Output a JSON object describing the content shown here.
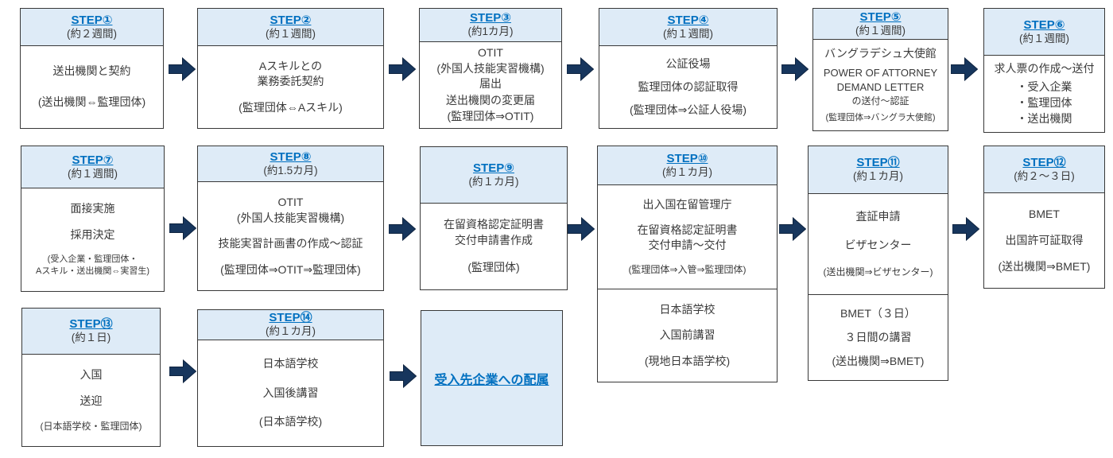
{
  "colors": {
    "accent_blue": "#0070C0",
    "header_bg": "#DEEBF7",
    "arrow_navy": "#17365D",
    "border": "#383838"
  },
  "steps": [
    {
      "title": "STEP①",
      "duration": "(約２週間)",
      "sections": [
        {
          "groups": [
            [
              "送出機関と契約"
            ],
            [
              "(送出機関⇔監理団体)"
            ]
          ]
        }
      ]
    },
    {
      "title": "STEP②",
      "duration": "(約１週間)",
      "sections": [
        {
          "groups": [
            [
              "Aスキルとの",
              "業務委託契約"
            ],
            [
              "(監理団体⇔Aスキル)"
            ]
          ]
        }
      ]
    },
    {
      "title": "STEP③",
      "duration": "(約1カ月)",
      "sections": [
        {
          "groups": [
            [
              "OTIT",
              "(外国人技能実習機構)",
              "届出"
            ],
            [
              "送出機関の変更届"
            ],
            [
              "(監理団体⇒OTIT)"
            ]
          ]
        }
      ]
    },
    {
      "title": "STEP④",
      "duration": "(約１週間)",
      "sections": [
        {
          "groups": [
            [
              "公証役場"
            ],
            [
              "監理団体の認証取得"
            ],
            [
              "(監理団体⇒公証人役場)"
            ]
          ]
        }
      ]
    },
    {
      "title": "STEP⑤",
      "duration": "(約１週間)",
      "sections": [
        {
          "groups": [
            [
              "バングラデシュ大使館"
            ],
            [
              "POWER OF ATTORNEY",
              "DEMAND LETTER",
              "の送付～認証"
            ],
            [
              "(監理団体⇒バングラ大使館)"
            ]
          ]
        }
      ]
    },
    {
      "title": "STEP⑥",
      "duration": "(約１週間)",
      "sections": [
        {
          "groups": [
            [
              "求人票の作成～送付"
            ],
            [
              "・受入企業",
              "・監理団体",
              "・送出機関"
            ]
          ]
        }
      ]
    },
    {
      "title": "STEP⑦",
      "duration": "(約１週間)",
      "sections": [
        {
          "groups": [
            [
              "面接実施"
            ],
            [
              "採用決定"
            ],
            [
              "(受入企業・監理団体・",
              "Aスキル・送出機関⇔実習生)"
            ]
          ]
        }
      ]
    },
    {
      "title": "STEP⑧",
      "duration": "(約1.5カ月)",
      "sections": [
        {
          "groups": [
            [
              "OTIT",
              "(外国人技能実習機構)"
            ],
            [
              "技能実習計画書の作成～認証"
            ],
            [
              "(監理団体⇒OTIT⇒監理団体)"
            ]
          ]
        }
      ]
    },
    {
      "title": "STEP⑨",
      "duration": "(約１カ月)",
      "sections": [
        {
          "groups": [
            [
              "在留資格認定証明書",
              "交付申請書作成"
            ],
            [
              "(監理団体)"
            ]
          ]
        }
      ]
    },
    {
      "title": "STEP⑩",
      "duration": "(約１カ月)",
      "sections": [
        {
          "groups": [
            [
              "出入国在留管理庁"
            ],
            [
              "在留資格認定証明書",
              "交付申請～交付"
            ],
            [
              "(監理団体⇒入管⇒監理団体)"
            ]
          ]
        },
        {
          "groups": [
            [
              "日本語学校"
            ],
            [
              "入国前講習"
            ],
            [
              "(現地日本語学校)"
            ]
          ]
        }
      ]
    },
    {
      "title": "STEP⑪",
      "duration": "(約１カ月)",
      "sections": [
        {
          "groups": [
            [
              "査証申請"
            ],
            [
              "ビザセンター"
            ],
            [
              "(送出機関⇒ビザセンター)"
            ]
          ]
        },
        {
          "groups": [
            [
              "BMET（３日）"
            ],
            [
              "３日間の講習"
            ],
            [
              "(送出機関⇒BMET)"
            ]
          ]
        }
      ]
    },
    {
      "title": "STEP⑫",
      "duration": "(約２～３日)",
      "sections": [
        {
          "groups": [
            [
              "BMET"
            ],
            [
              "出国許可証取得"
            ],
            [
              "(送出機関⇒BMET)"
            ]
          ]
        }
      ]
    },
    {
      "title": "STEP⑬",
      "duration": "(約１日)",
      "sections": [
        {
          "groups": [
            [
              "入国"
            ],
            [
              "送迎"
            ],
            [
              "(日本語学校・監理団体)"
            ]
          ]
        }
      ]
    },
    {
      "title": "STEP⑭",
      "duration": "(約１カ月)",
      "sections": [
        {
          "groups": [
            [
              "日本語学校"
            ],
            [
              "入国後講習"
            ],
            [
              "(日本語学校)"
            ]
          ]
        }
      ]
    }
  ],
  "final": {
    "label": "受入先企業への配属"
  }
}
